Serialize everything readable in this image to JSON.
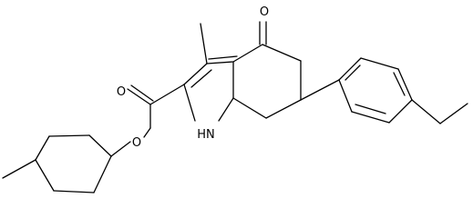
{
  "molecule": {
    "atom_labels": {
      "ketone_oxygen": "O",
      "ester_carbonyl_oxygen": "O",
      "ester_oxygen": "O",
      "nitrogen": "HN",
      "nitrogen_symbol": "N",
      "nitrogen_hydrogen": "H"
    }
  }
}
